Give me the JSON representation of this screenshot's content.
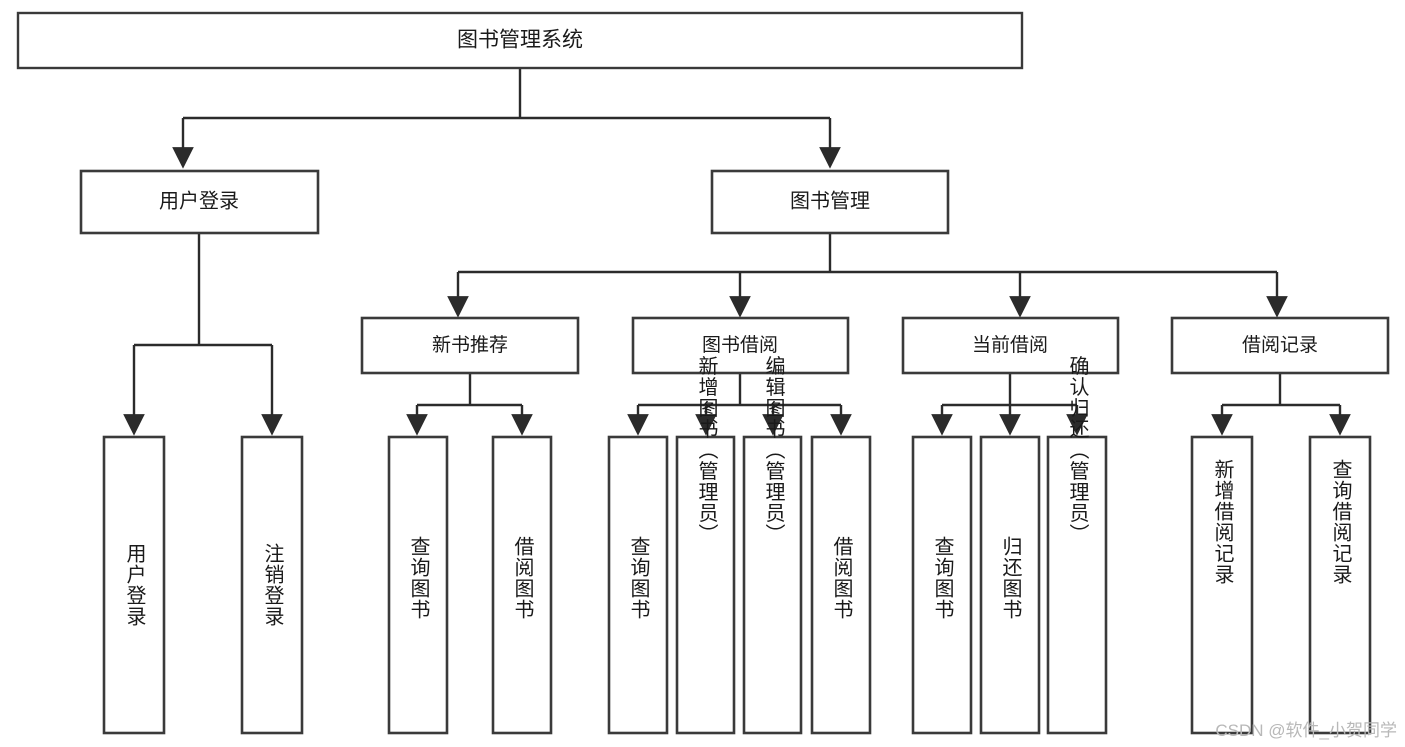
{
  "diagram": {
    "title": "图书管理系统",
    "watermark": "CSDN @软件_小贺同学",
    "type": "tree-hierarchy-functional-decomposition",
    "root": {
      "label": "图书管理系统",
      "level": 0
    },
    "level1": [
      {
        "label": "用户登录",
        "level": 1
      },
      {
        "label": "图书管理",
        "level": 1
      }
    ],
    "level2": [
      {
        "label": "新书推荐",
        "parent": "图书管理"
      },
      {
        "label": "图书借阅",
        "parent": "图书管理"
      },
      {
        "label": "当前借阅",
        "parent": "图书管理"
      },
      {
        "label": "借阅记录",
        "parent": "图书管理"
      }
    ],
    "leaves": {
      "user_login": [
        {
          "label": "用户登录"
        },
        {
          "label": "注销登录"
        }
      ],
      "new_book_recommend": [
        {
          "label": "查询图书"
        },
        {
          "label": "借阅图书"
        }
      ],
      "book_borrow": [
        {
          "label": "查询图书"
        },
        {
          "label": "新增图书（管理员）"
        },
        {
          "label": "编辑图书（管理员）"
        },
        {
          "label": "借阅图书"
        }
      ],
      "current_borrow": [
        {
          "label": "查询图书"
        },
        {
          "label": "归还图书"
        },
        {
          "label": "确认归还（管理员）"
        }
      ],
      "borrow_record": [
        {
          "label": "新增借阅记录"
        },
        {
          "label": "查询借阅记录"
        }
      ]
    },
    "colors": {
      "box_stroke": "#3a3a3a",
      "connector": "#2b2b2b",
      "text": "#1a1a1a",
      "background": "#ffffff",
      "watermark": "#b8b8b8"
    }
  }
}
